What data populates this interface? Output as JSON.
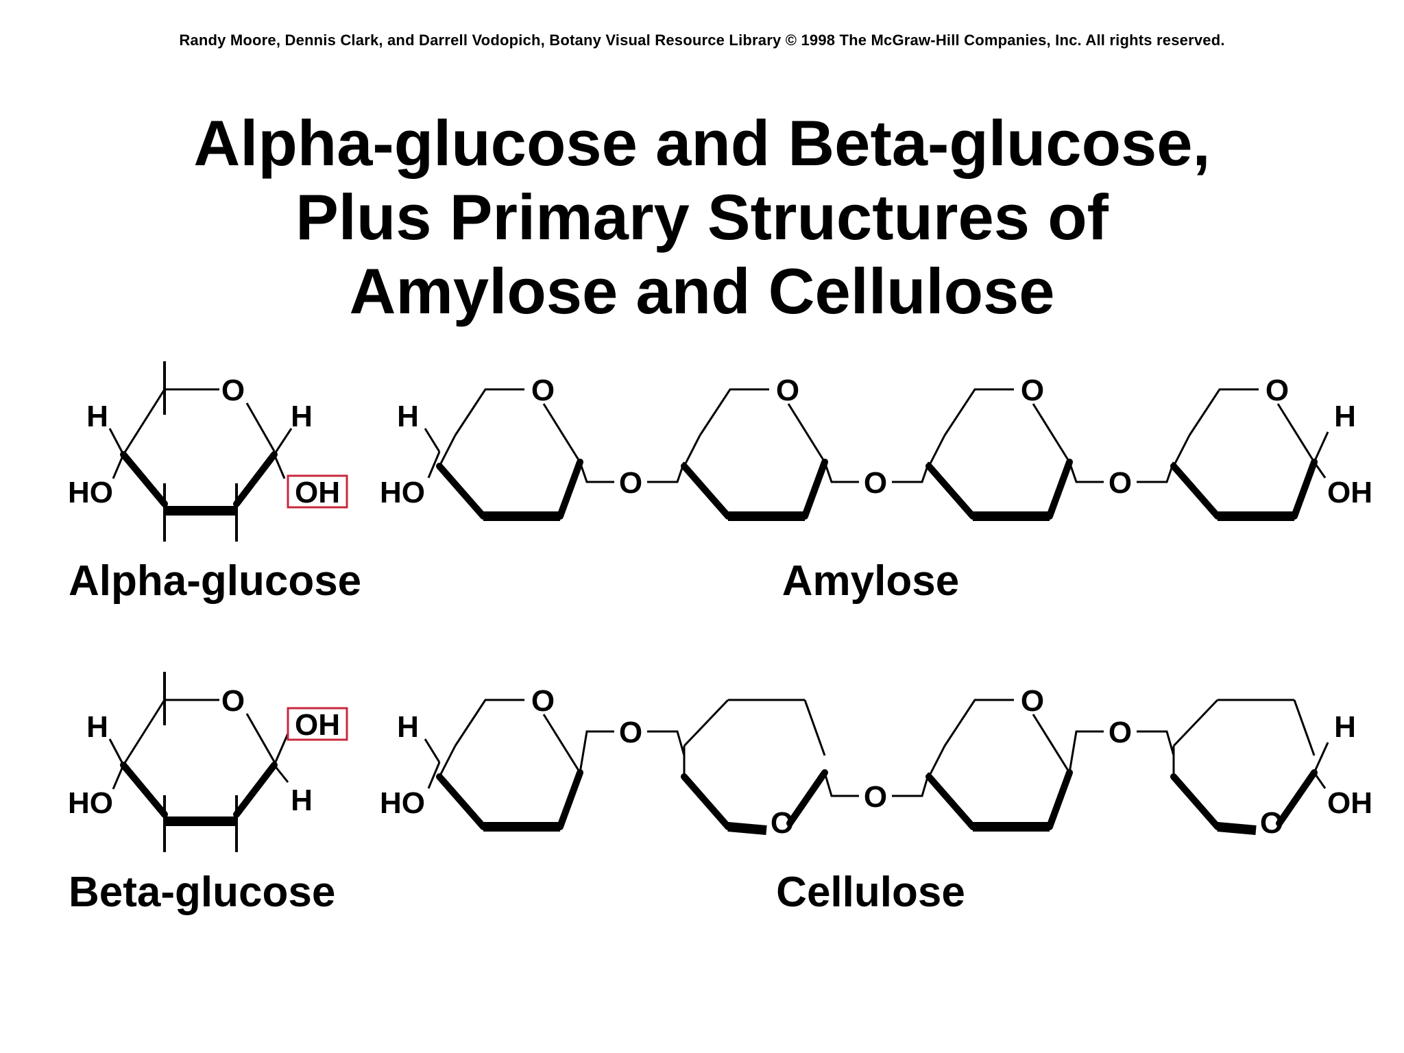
{
  "credit": "Randy Moore, Dennis Clark, and Darrell Vodopich, Botany Visual Resource Library © 1998 The McGraw-Hill Companies, Inc. All rights reserved.",
  "title": {
    "line1": "Alpha-glucose and Beta-glucose,",
    "line2": "Plus Primary Structures of",
    "line3": "Amylose and Cellulose"
  },
  "atoms": {
    "oxygen": "O",
    "hydrogen": "H",
    "hydroxyl": "OH",
    "hydroxyl_left": "HO"
  },
  "labels": {
    "alpha": "Alpha-glucose",
    "amylose": "Amylose",
    "beta": "Beta-glucose",
    "cellulose": "Cellulose"
  },
  "colors": {
    "highlight": "#c8283c",
    "ink": "#000000"
  }
}
